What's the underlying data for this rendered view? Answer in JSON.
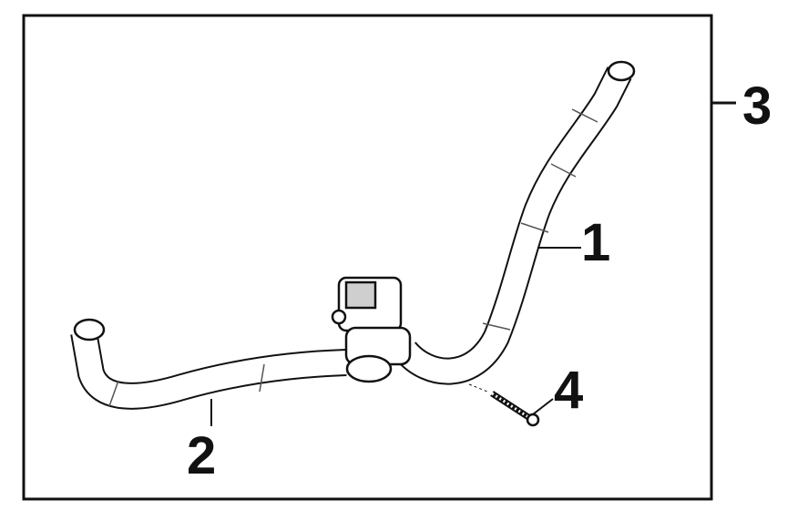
{
  "diagram": {
    "callouts": [
      {
        "id": "1",
        "label": "1"
      },
      {
        "id": "2",
        "label": "2"
      },
      {
        "id": "3",
        "label": "3"
      },
      {
        "id": "4",
        "label": "4"
      }
    ],
    "colors": {
      "line": "#111111",
      "background": "#ffffff",
      "shade": "#cfcfcf"
    }
  }
}
